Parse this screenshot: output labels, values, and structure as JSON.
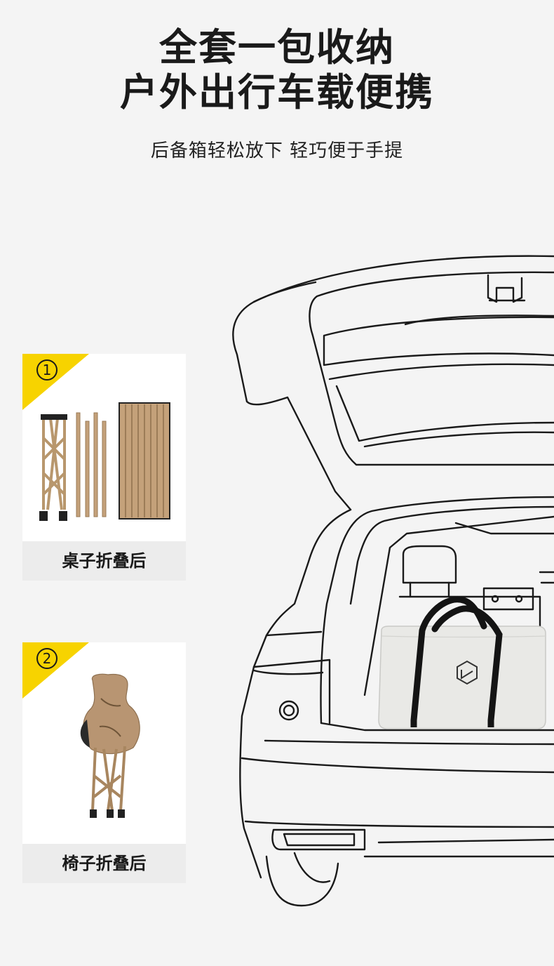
{
  "header": {
    "title_line1": "全套一包收纳",
    "title_line2": "户外出行车载便携",
    "subtitle": "后备箱轻松放下 轻巧便于手提"
  },
  "cards": [
    {
      "number": "1",
      "label": "桌子折叠后",
      "icon": "folded-table-frame-illustration"
    },
    {
      "number": "2",
      "label": "椅子折叠后",
      "icon": "folded-chair-illustration"
    }
  ],
  "illustration": {
    "car": "car-trunk-open-line-icon",
    "bag": "storage-bag-icon"
  },
  "colors": {
    "background": "#f4f4f4",
    "accent_yellow": "#f7d300",
    "frame_tan": "#c4a17a",
    "bag_white": "#e9e9e6",
    "outline": "#1a1a1a"
  }
}
